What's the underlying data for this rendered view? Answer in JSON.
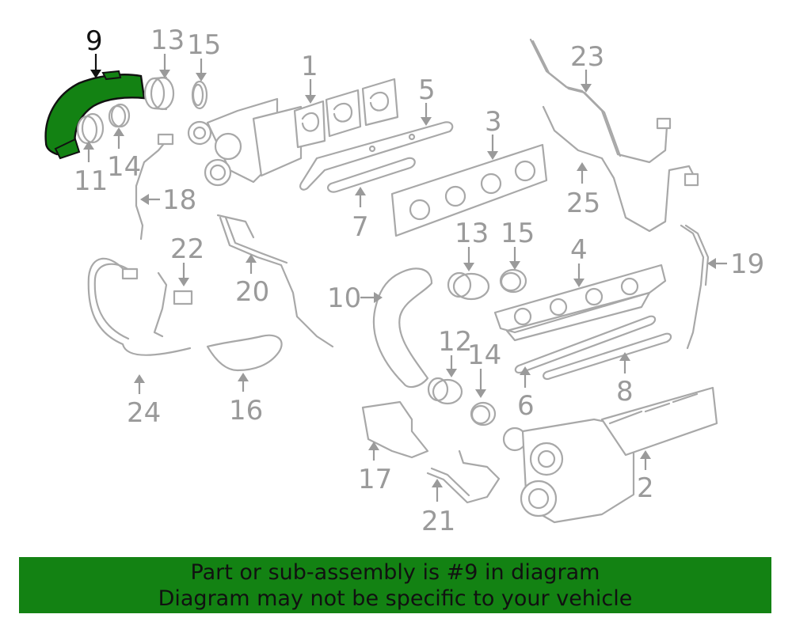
{
  "highlight_color": "#138213",
  "selected_part": "9",
  "callouts": {
    "c1": "1",
    "c2": "2",
    "c3": "3",
    "c4": "4",
    "c5": "5",
    "c6": "6",
    "c7": "7",
    "c8": "8",
    "c9": "9",
    "c10": "10",
    "c11": "11",
    "c12": "12",
    "c13a": "13",
    "c13b": "13",
    "c14a": "14",
    "c14b": "14",
    "c15a": "15",
    "c15b": "15",
    "c16": "16",
    "c17": "17",
    "c18": "18",
    "c19": "19",
    "c20": "20",
    "c21": "21",
    "c22": "22",
    "c23": "23",
    "c24": "24",
    "c25": "25"
  },
  "banner": {
    "line1": "Part or sub-assembly is #9 in diagram",
    "line2": "Diagram may not be specific to your vehicle"
  }
}
